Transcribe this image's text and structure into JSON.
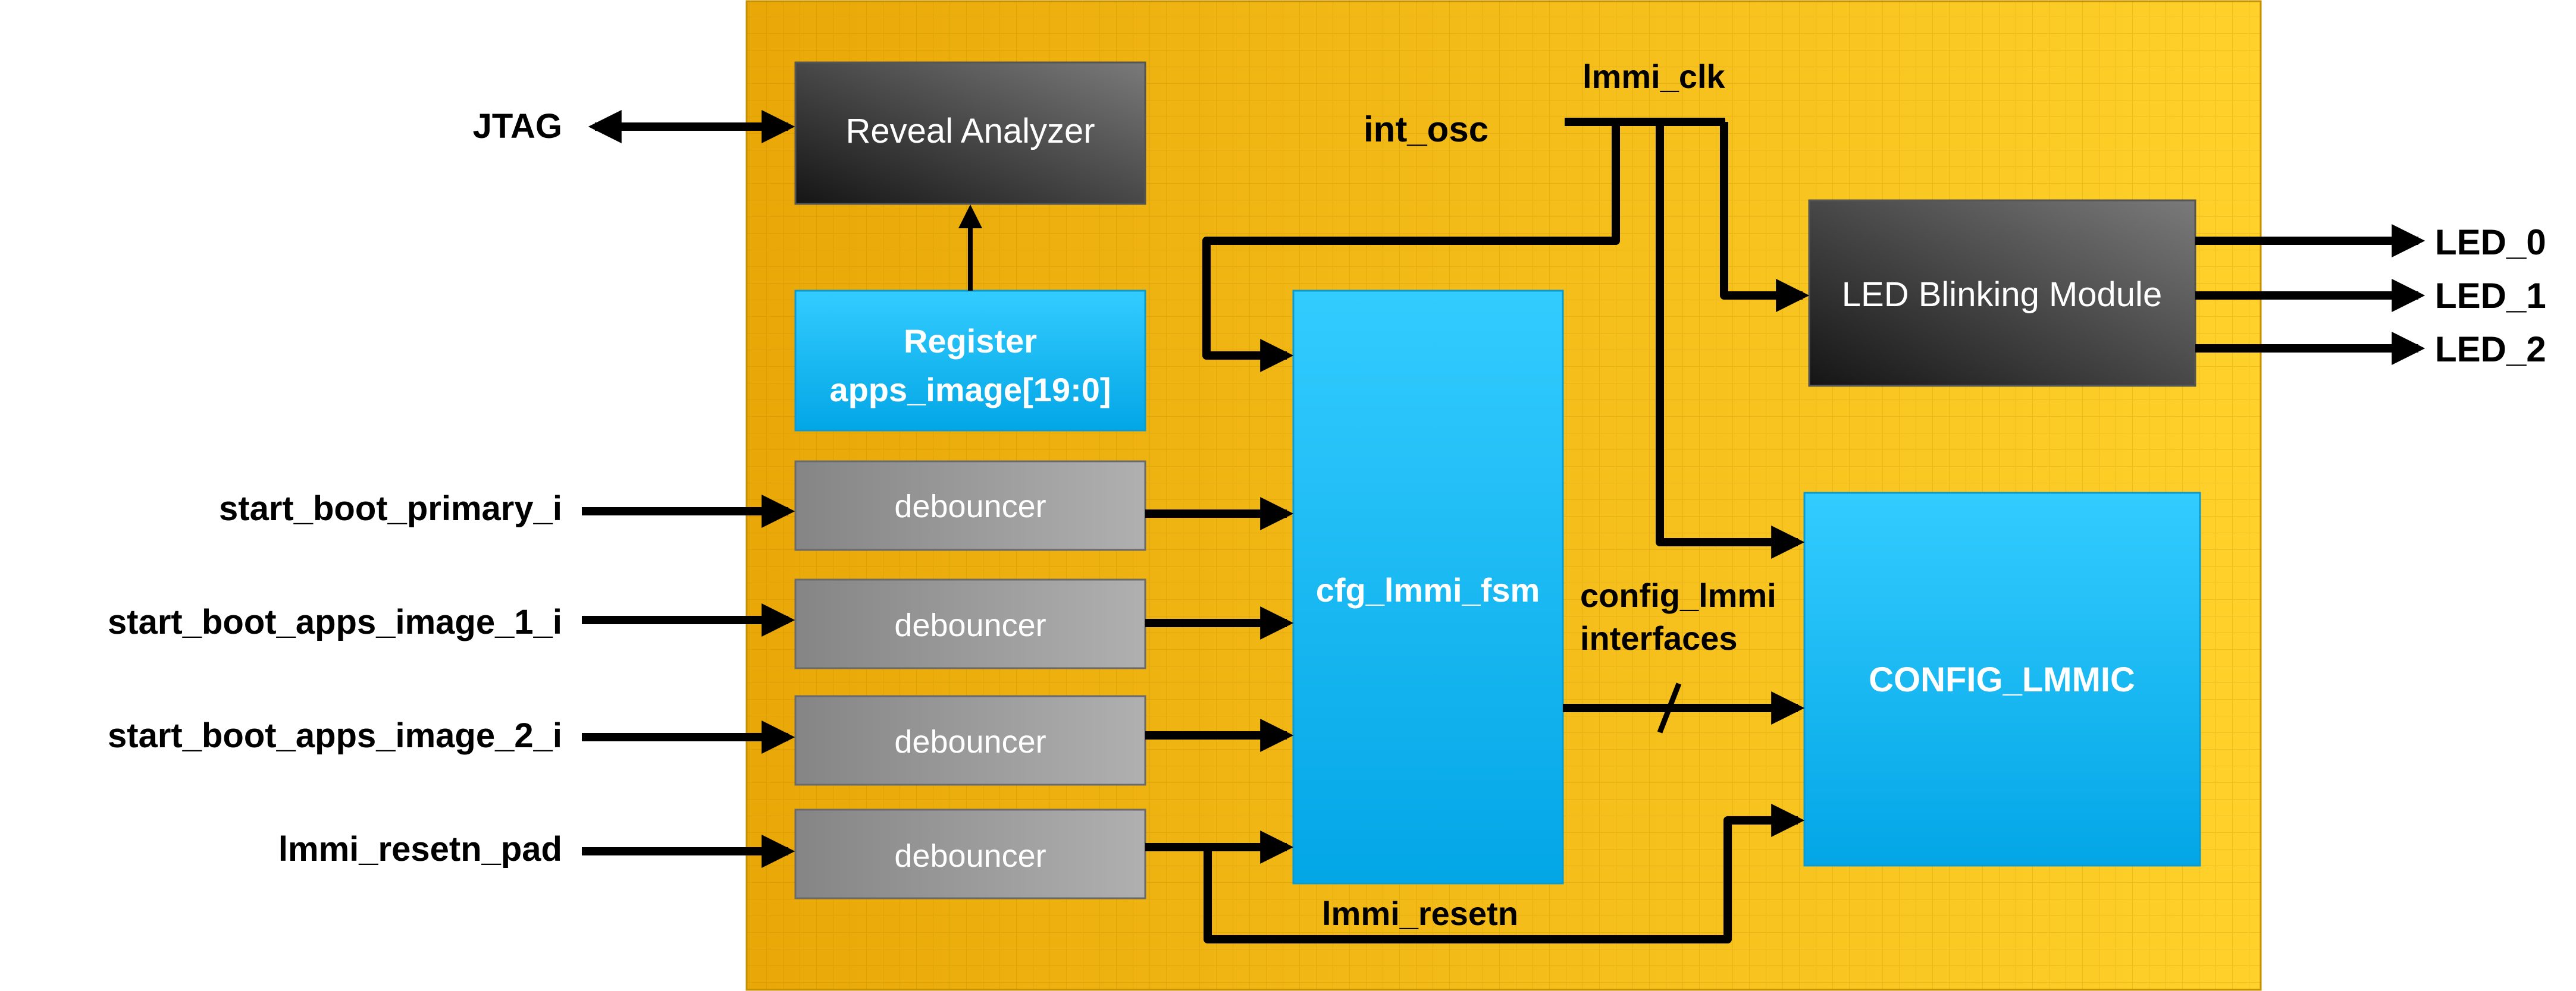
{
  "diagram": {
    "colors": {
      "panel": "#F5B41A",
      "blue_block": "#1EBDF5",
      "dark_block": "#3a3a3a",
      "grey_block": "#9a9a9a",
      "wire": "#000000"
    },
    "external_signals": {
      "jtag": "JTAG",
      "inputs": [
        "start_boot_primary_i",
        "start_boot_apps_image_1_i",
        "start_boot_apps_image_2_i",
        "lmmi_resetn_pad"
      ],
      "outputs": [
        "LED_0",
        "LED_1",
        "LED_2"
      ]
    },
    "blocks": {
      "reveal": "Reveal Analyzer",
      "register_line1": "Register",
      "register_line2": "apps_image[19:0]",
      "debouncers": [
        "debouncer",
        "debouncer",
        "debouncer",
        "debouncer"
      ],
      "fsm": "cfg_lmmi_fsm",
      "led_module": "LED Blinking Module",
      "config_lmmic": "CONFIG_LMMIC",
      "int_osc": "int_osc"
    },
    "nets": {
      "lmmi_clk": "lmmi_clk",
      "config_line1": "config_lmmi",
      "config_line2": "interfaces",
      "lmmi_resetn": "lmmi_resetn"
    }
  }
}
